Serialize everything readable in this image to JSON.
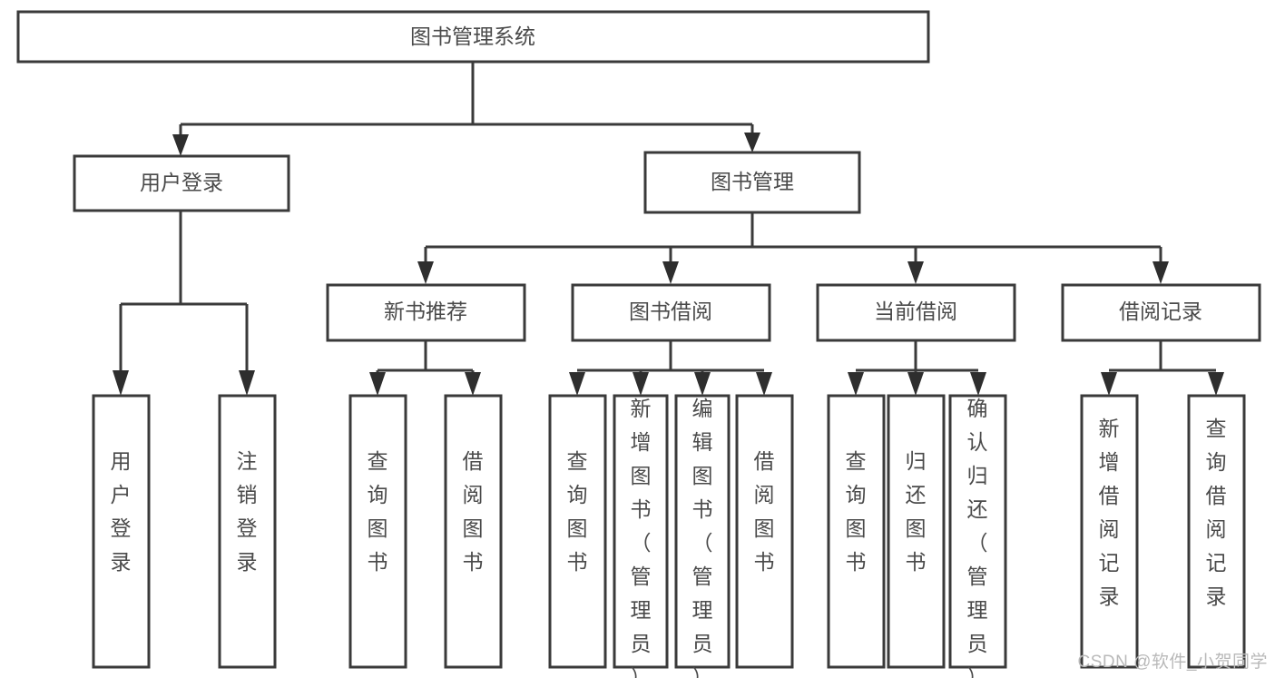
{
  "diagram": {
    "type": "tree-hierarchy-chart",
    "title": "图书管理系统",
    "watermark": "CSDN @软件_小贺同学",
    "colors": {
      "box_stroke": "#3a3a3a",
      "box_fill": "#ffffff",
      "text": "#4a4a4a",
      "connector": "#3a3a3a",
      "watermark": "#b9b9b9",
      "background": "#ffffff"
    },
    "levels": [
      {
        "level": 1,
        "nodes": [
          {
            "id": "root",
            "label": "图书管理系统",
            "orientation": "horizontal"
          }
        ]
      },
      {
        "level": 2,
        "nodes": [
          {
            "id": "login",
            "label": "用户登录",
            "orientation": "horizontal",
            "parent": "root"
          },
          {
            "id": "bookmgmt",
            "label": "图书管理",
            "orientation": "horizontal",
            "parent": "root"
          }
        ]
      },
      {
        "level": 3,
        "nodes": [
          {
            "id": "newbook",
            "label": "新书推荐",
            "orientation": "horizontal",
            "parent": "bookmgmt"
          },
          {
            "id": "borrow",
            "label": "图书借阅",
            "orientation": "horizontal",
            "parent": "bookmgmt"
          },
          {
            "id": "current",
            "label": "当前借阅",
            "orientation": "horizontal",
            "parent": "bookmgmt"
          },
          {
            "id": "records",
            "label": "借阅记录",
            "orientation": "horizontal",
            "parent": "bookmgmt"
          }
        ]
      },
      {
        "level": 4,
        "nodes": [
          {
            "id": "leaf1",
            "label": "用户登录",
            "orientation": "vertical",
            "parent": "login"
          },
          {
            "id": "leaf2",
            "label": "注销登录",
            "orientation": "vertical",
            "parent": "login"
          },
          {
            "id": "leaf3",
            "label": "查询图书",
            "orientation": "vertical",
            "parent": "newbook"
          },
          {
            "id": "leaf4",
            "label": "借阅图书",
            "orientation": "vertical",
            "parent": "newbook"
          },
          {
            "id": "leaf5",
            "label": "查询图书",
            "orientation": "vertical",
            "parent": "borrow"
          },
          {
            "id": "leaf6",
            "label": "新增图书（管理员）",
            "orientation": "vertical",
            "parent": "borrow"
          },
          {
            "id": "leaf7",
            "label": "编辑图书（管理员）",
            "orientation": "vertical",
            "parent": "borrow"
          },
          {
            "id": "leaf8",
            "label": "借阅图书",
            "orientation": "vertical",
            "parent": "borrow"
          },
          {
            "id": "leaf9",
            "label": "查询图书",
            "orientation": "vertical",
            "parent": "current"
          },
          {
            "id": "leaf10",
            "label": "归还图书",
            "orientation": "vertical",
            "parent": "current"
          },
          {
            "id": "leaf11",
            "label": "确认归还（管理员）",
            "orientation": "vertical",
            "parent": "current"
          },
          {
            "id": "leaf12",
            "label": "新增借阅记录",
            "orientation": "vertical",
            "parent": "records"
          },
          {
            "id": "leaf13",
            "label": "查询借阅记录",
            "orientation": "vertical",
            "parent": "records"
          }
        ]
      }
    ]
  }
}
